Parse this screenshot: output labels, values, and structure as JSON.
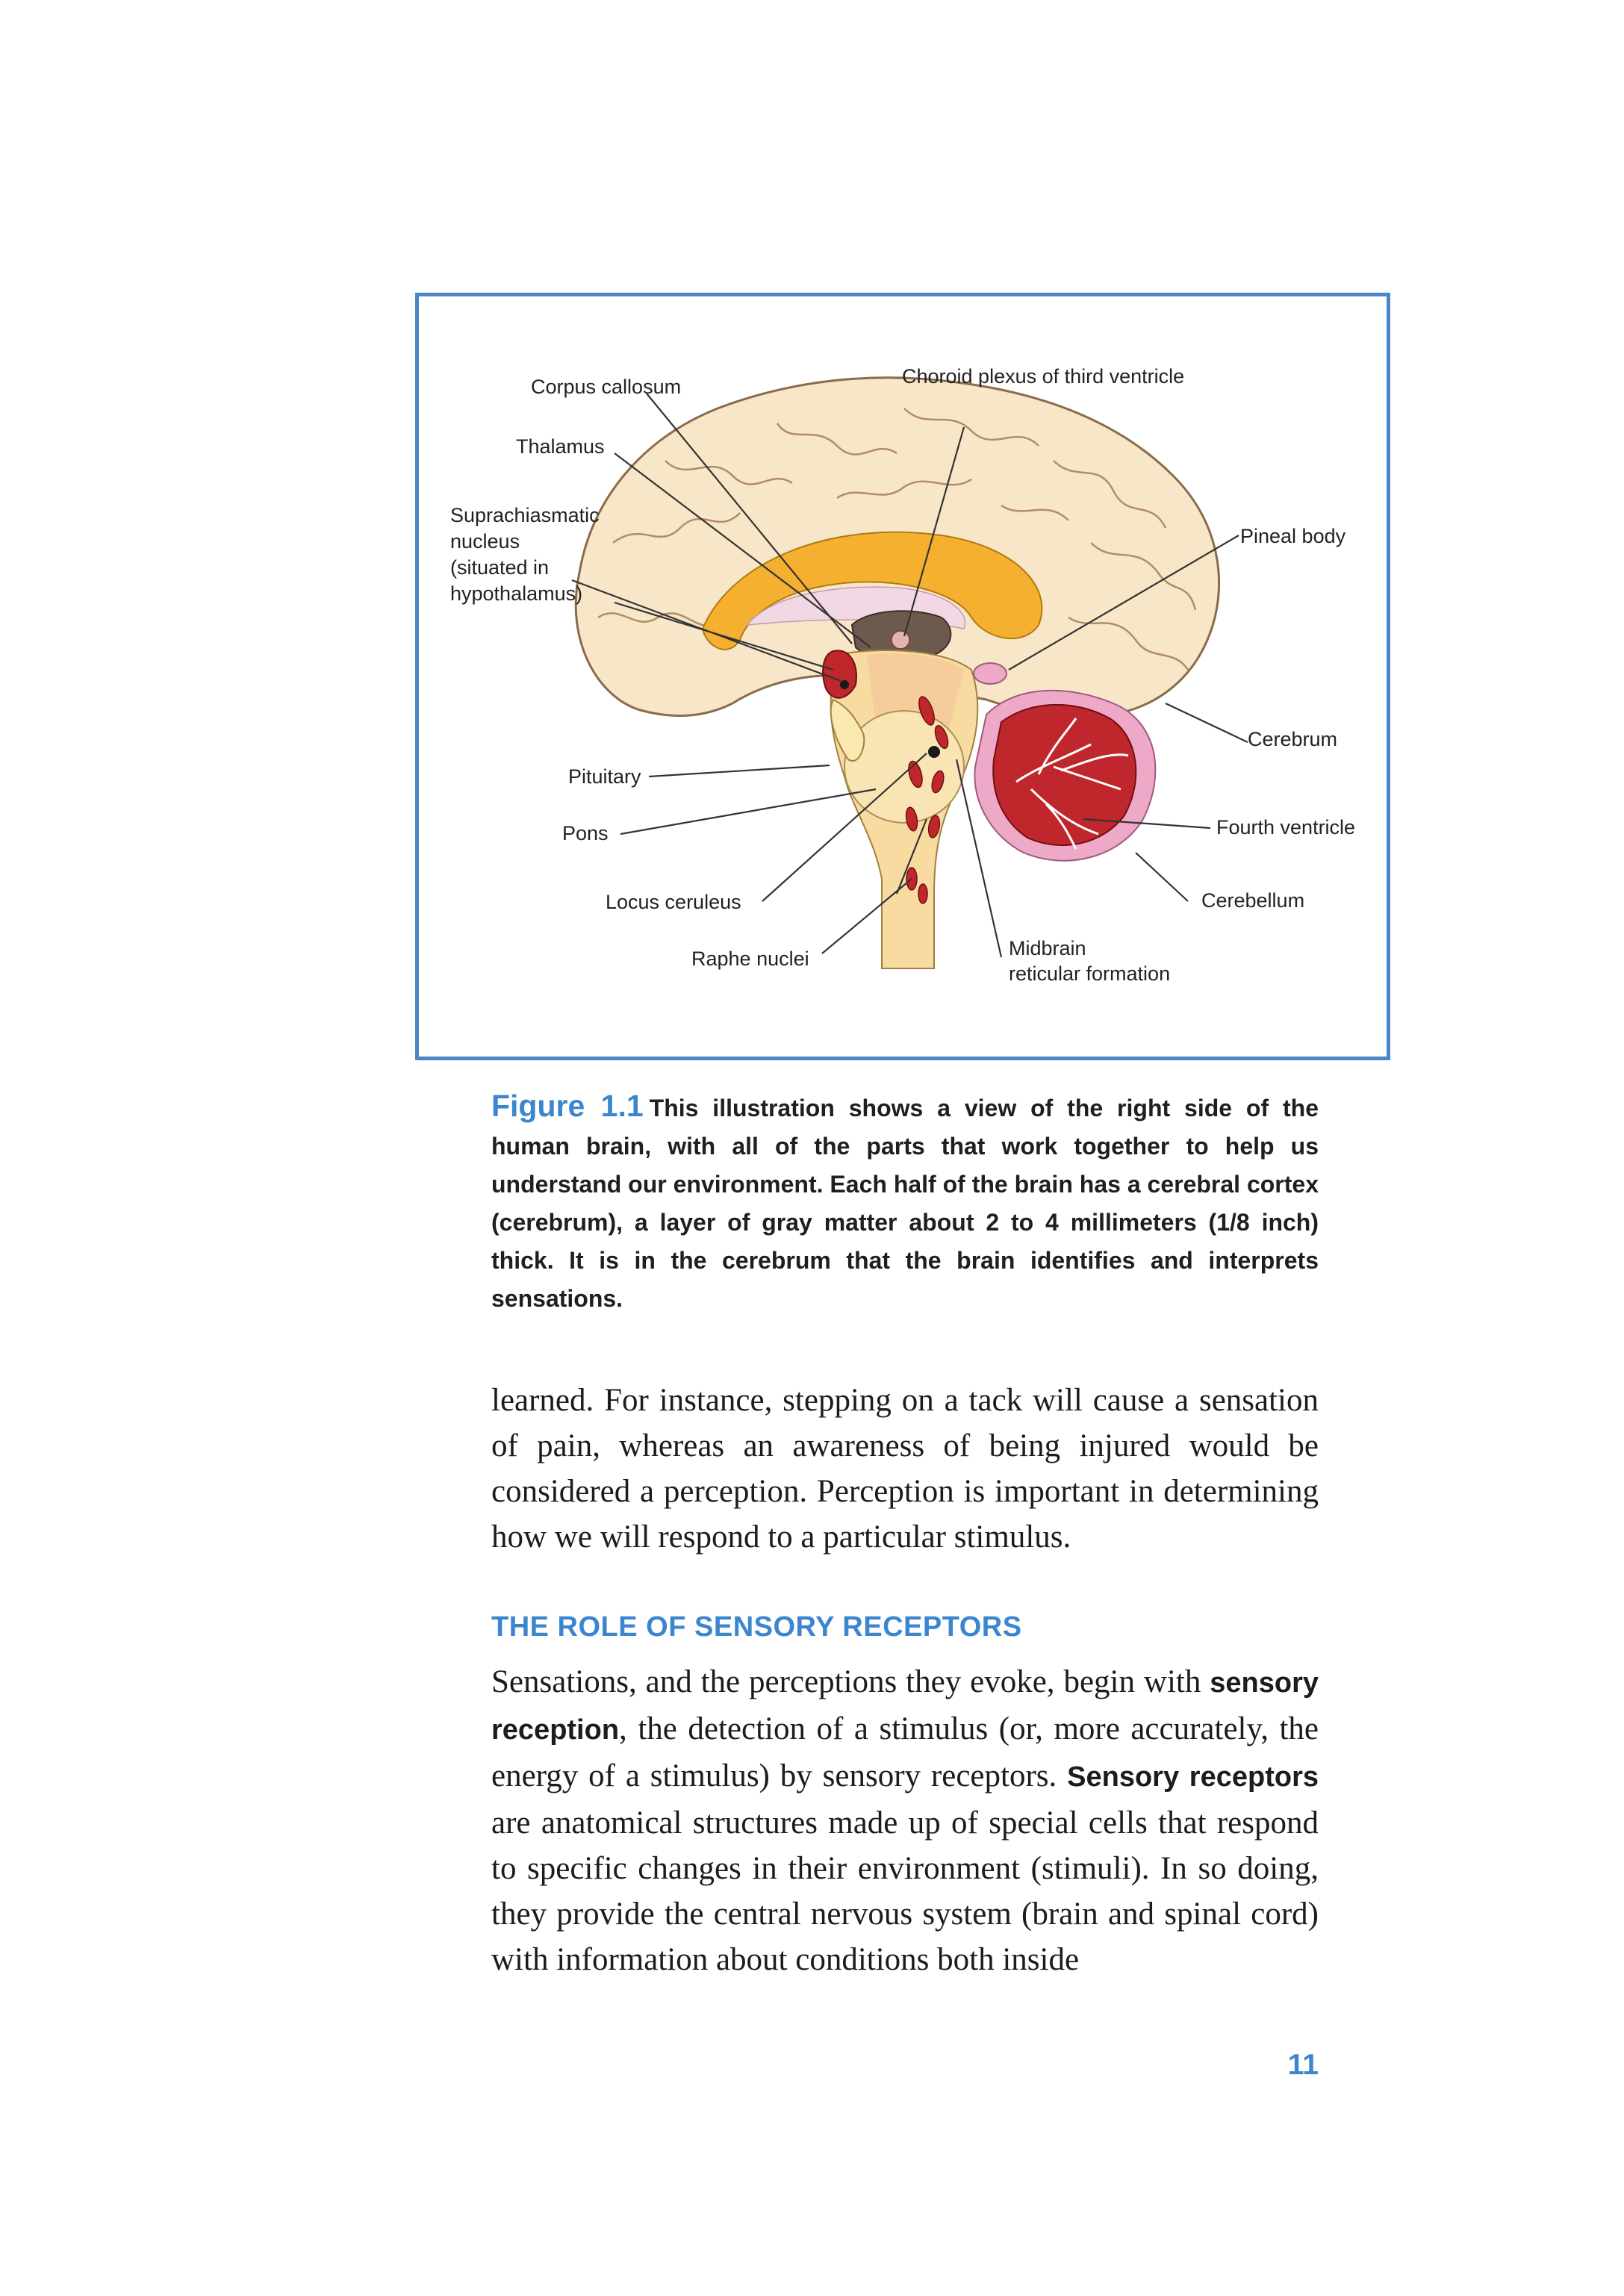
{
  "figure": {
    "labels": {
      "corpus_callosum": "Corpus callosum",
      "choroid_plexus": "Choroid plexus of third ventricle",
      "thalamus": "Thalamus",
      "suprachiasmatic": [
        "Suprachiasmatic",
        "nucleus",
        "(situated in",
        "hypothalamus)"
      ],
      "pineal_body": "Pineal body",
      "cerebrum": "Cerebrum",
      "pituitary": "Pituitary",
      "pons": "Pons",
      "fourth_ventricle": "Fourth ventricle",
      "locus_ceruleus": "Locus ceruleus",
      "cerebellum": "Cerebellum",
      "raphe_nuclei": "Raphe nuclei",
      "midbrain": [
        "Midbrain",
        "reticular formation"
      ]
    },
    "caption_label": "Figure 1.1",
    "caption_text": "This illustration shows a view of the right side of the human brain, with all of the parts that work together to help us understand our environment. Each half of the brain has a cerebral cortex (cerebrum), a layer of gray matter about 2 to 4 millimeters (1/8 inch) thick. It is in the cerebrum that the brain identifies and interprets sensations."
  },
  "body": {
    "paragraph1": "learned. For instance, stepping on a tack will cause a sensation of pain, whereas an awareness of being injured would be considered a perception. Perception is important in determining how we will respond to a particular stimulus.",
    "heading": "THE ROLE OF SENSORY RECEPTORS",
    "p2_a": "Sensations, and the perceptions they evoke, begin with ",
    "p2_b": "sensory reception",
    "p2_c": ", the detection of a stimulus (or, more accurately, the energy of a stimulus) by sensory receptors. ",
    "p2_d": "Sensory receptors",
    "p2_e": " are anatomical structures made up of special cells that respond to specific changes in their environment (stimuli). In so doing, they provide the central nervous system (brain and spinal cord) with information about conditions both inside"
  },
  "page_number": "11",
  "colors": {
    "accent": "#3b86cf",
    "box_border": "#4a86c8",
    "cortex": "#f8e6c8",
    "callosum": "#f5b030",
    "cerebellum_red": "#c0272d",
    "pink": "#eea8c8"
  }
}
